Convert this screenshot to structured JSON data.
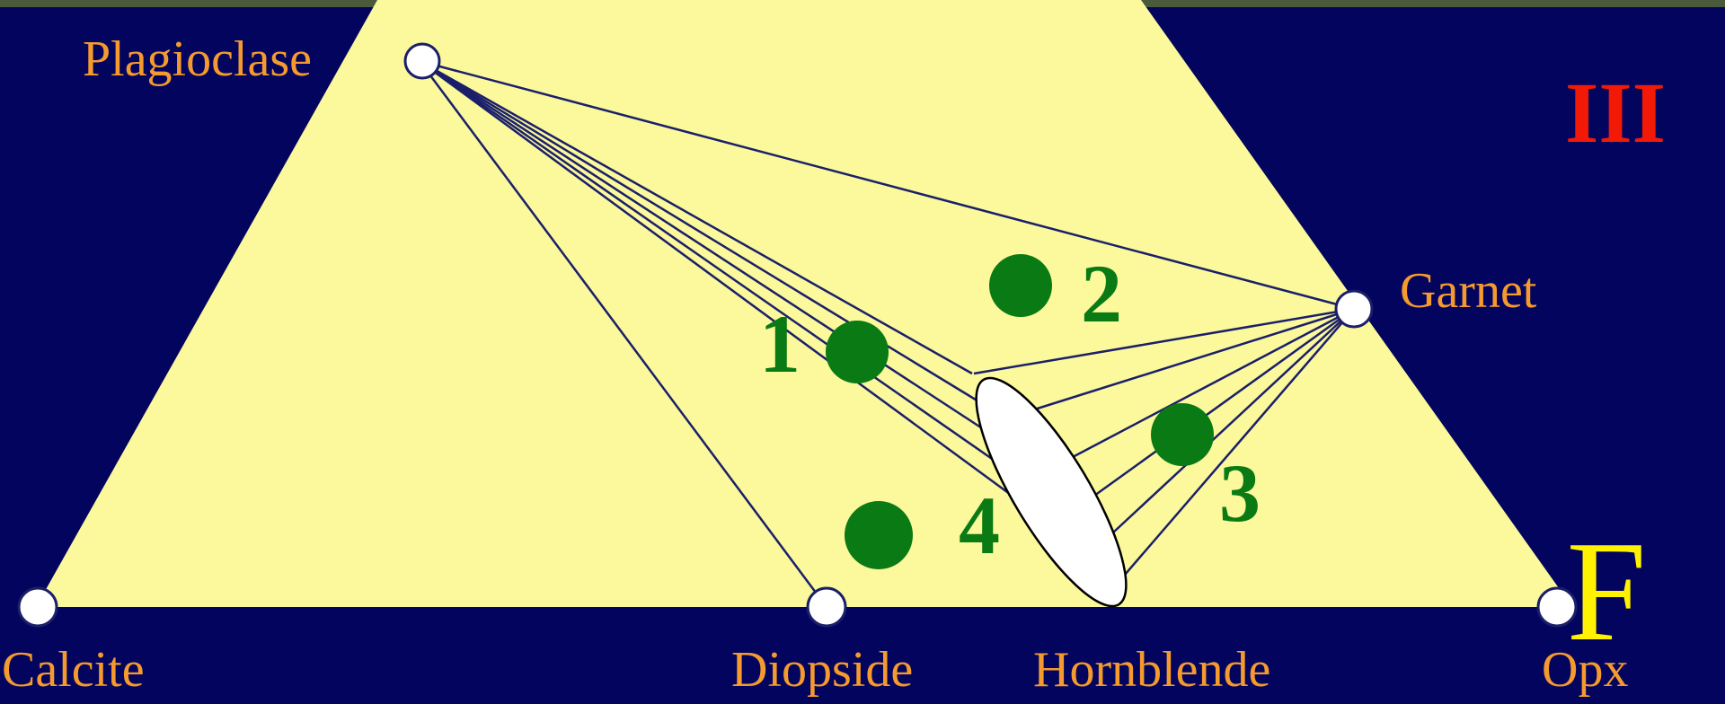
{
  "diagram": {
    "facies_label": "III",
    "corner_label": "F",
    "minerals": {
      "plagioclase": "Plagioclase",
      "garnet": "Garnet",
      "calcite": "Calcite",
      "diopside": "Diopside",
      "hornblende": "Hornblende",
      "opx": "Opx"
    },
    "assemblages": [
      "1",
      "2",
      "3",
      "4"
    ],
    "colors": {
      "background": "#03045e",
      "triangle_fill": "#fbf99b",
      "tie_lines": "#1b1f6a",
      "mineral_labels": "#f59a2e",
      "assemblage": "#0a7a14",
      "facies_label": "#f21a06",
      "corner_label": "#fff200",
      "nodes": "#ffffff"
    }
  }
}
